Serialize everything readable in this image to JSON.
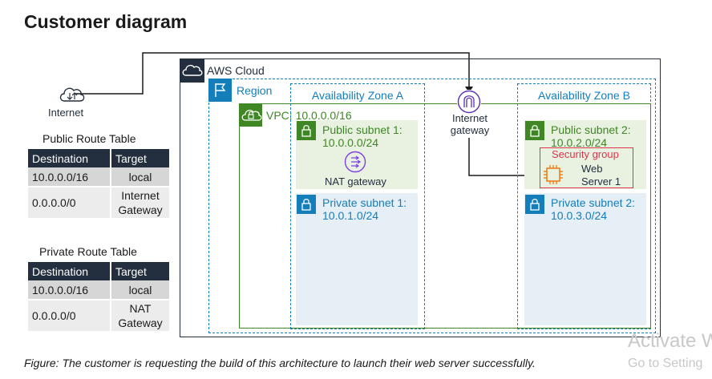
{
  "title": "Customer diagram",
  "internet": {
    "label": "Internet"
  },
  "aws_cloud": {
    "label": "AWS Cloud"
  },
  "region": {
    "label": "Region"
  },
  "vpc": {
    "label": "VPC: 10.0.0.0/16"
  },
  "az_a": {
    "label": "Availability Zone A",
    "public_subnet": [
      "Public subnet 1:",
      "10.0.0.0/24"
    ],
    "private_subnet": [
      "Private subnet 1:",
      "10.0.1.0/24"
    ],
    "nat_gateway": "NAT gateway"
  },
  "az_b": {
    "label": "Availability Zone B",
    "public_subnet": [
      "Public subnet 2:",
      "10.0.2.0/24"
    ],
    "private_subnet": [
      "Private subnet 2:",
      "10.0.3.0/24"
    ],
    "security_group": "Security group",
    "web_server": [
      "Web",
      "Server 1"
    ]
  },
  "internet_gateway": [
    "Internet",
    "gateway"
  ],
  "public_route_table": {
    "title": "Public Route Table",
    "headers": [
      "Destination",
      "Target"
    ],
    "rows": [
      [
        "10.0.0.0/16",
        "local"
      ],
      [
        "0.0.0.0/0",
        "Internet",
        "Gateway"
      ]
    ]
  },
  "private_route_table": {
    "title": "Private Route Table",
    "headers": [
      "Destination",
      "Target"
    ],
    "rows": [
      [
        "10.0.0.0/16",
        "local"
      ],
      [
        "0.0.0.0/0",
        "NAT",
        "Gateway"
      ]
    ]
  },
  "caption": "Figure: The customer is requesting the build of this architecture to launch their web server successfully.",
  "watermark": [
    "Activate W",
    "Go to Setting"
  ],
  "colors": {
    "aws_dark": "#232f3e",
    "region_blue": "#147eba",
    "vpc_green": "#3f8624",
    "public_subnet_bg": "#e9f2e1",
    "private_subnet_bg": "#e6eef6",
    "security_group_red": "#dd344c",
    "igw_purple": "#5a30b5",
    "nat_purple": "#7b3fe4",
    "ec2_orange": "#ed7100"
  }
}
